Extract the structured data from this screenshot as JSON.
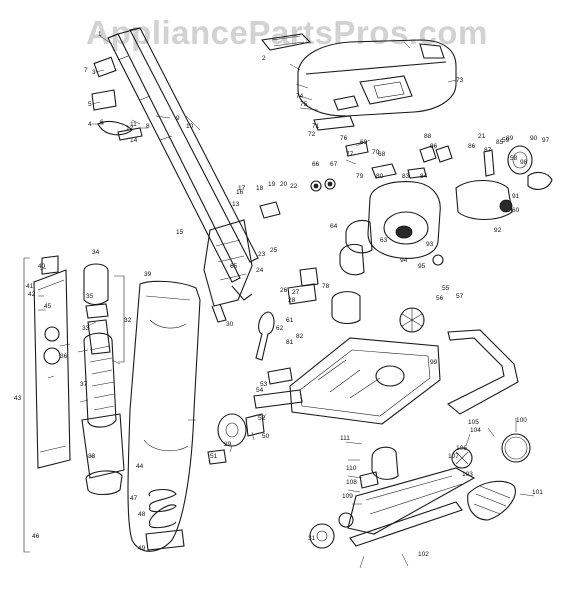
{
  "watermark": "AppliancePartsPros.com",
  "part_numbers": [
    "1",
    "2",
    "3",
    "4",
    "5",
    "6",
    "7",
    "8",
    "9",
    "10",
    "11",
    "12",
    "13",
    "14",
    "15",
    "16",
    "17",
    "18",
    "19",
    "20",
    "21",
    "22",
    "23",
    "24",
    "25",
    "26",
    "27",
    "28",
    "29",
    "30",
    "31",
    "32",
    "33",
    "34",
    "35",
    "36",
    "37",
    "38",
    "39",
    "40",
    "41",
    "42",
    "43",
    "44",
    "45",
    "46",
    "47",
    "48",
    "49",
    "50",
    "51",
    "52",
    "53",
    "54",
    "55",
    "56",
    "57",
    "58",
    "59",
    "60",
    "61",
    "62",
    "63",
    "64",
    "65",
    "66",
    "67",
    "68",
    "69",
    "70",
    "71",
    "72",
    "73",
    "74",
    "75",
    "76",
    "77",
    "78",
    "79",
    "80",
    "81",
    "82",
    "83",
    "84",
    "85",
    "86",
    "87",
    "88",
    "89",
    "90",
    "91",
    "92",
    "93",
    "94",
    "95",
    "96",
    "97",
    "98",
    "99",
    "100",
    "101",
    "102",
    "103",
    "104",
    "105",
    "106",
    "107",
    "108",
    "109",
    "110",
    "111"
  ]
}
